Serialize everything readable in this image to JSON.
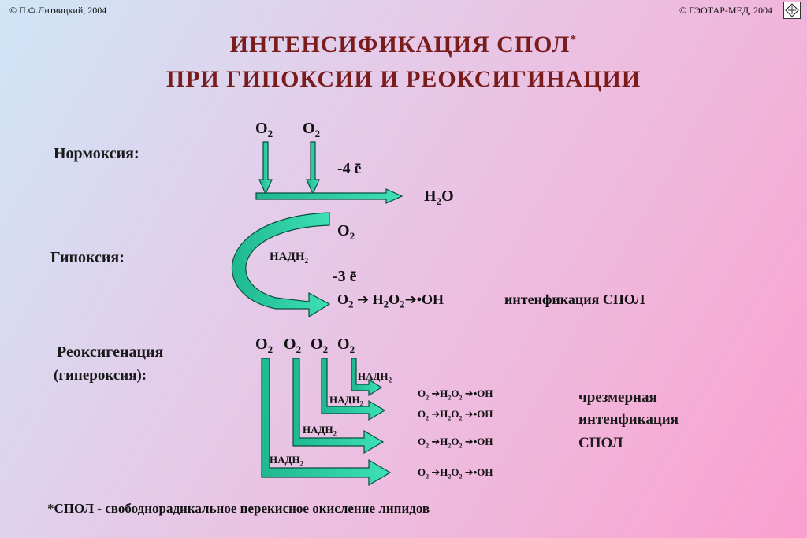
{
  "copyright_left": "© П.Ф.Литвицкий, 2004",
  "copyright_right": "© ГЭОТАР-МЕД, 2004",
  "title_line1": "ИНТЕНСИФИКАЦИЯ СПОЛ",
  "title_star": "*",
  "title_line2": "ПРИ ГИПОКСИИ И РЕОКСИГИНАЦИИ",
  "normoxia": {
    "label": "Нормоксия:",
    "o2_a": "O",
    "o2_a_sub": "2",
    "o2_b": "O",
    "o2_b_sub": "2",
    "electrons": "-4 ē",
    "product": "H",
    "product_sub": "2",
    "product_end": "O"
  },
  "hypoxia": {
    "label": "Гипоксия:",
    "o2": "O",
    "o2_sub": "2",
    "nadh": "НАДН",
    "nadh_sub": "2",
    "electrons": "-3 ē",
    "chain": {
      "o2": "O",
      "o2_sub": "2",
      "arrow": "➔",
      "h2o2_h": "H",
      "h2o2_sub1": "2",
      "h2o2_o": "O",
      "h2o2_sub2": "2",
      "arrow2": "➔",
      "oh": "•OH"
    },
    "result": "интенфикация СПОЛ"
  },
  "reoxygenation": {
    "label_line1": "Реоксигенация",
    "label_line2": "(гипероксия):",
    "o2_items": [
      {
        "text": "O",
        "sub": "2"
      },
      {
        "text": "O",
        "sub": "2"
      },
      {
        "text": "O",
        "sub": "2"
      },
      {
        "text": "O",
        "sub": "2"
      }
    ],
    "nadh": [
      {
        "text": "НАДН",
        "sub": "2"
      },
      {
        "text": "НАДН",
        "sub": "2"
      },
      {
        "text": "НАДН",
        "sub": "2"
      },
      {
        "text": "НАДН",
        "sub": "2"
      }
    ],
    "chains": [
      {
        "o2": "O",
        "o2_sub": "2",
        "arrow": "➔",
        "h": "H",
        "s1": "2",
        "o": "O",
        "s2": "2",
        "arrow2": "➔",
        "oh": "•OH"
      },
      {
        "o2": "O",
        "o2_sub": "2",
        "arrow": "➔",
        "h": "H",
        "s1": "2",
        "o": "O",
        "s2": "2",
        "arrow2": "➔",
        "oh": "•OH"
      },
      {
        "o2": "O",
        "o2_sub": "2",
        "arrow": "➔",
        "h": "H",
        "s1": "2",
        "o": "O",
        "s2": "2",
        "arrow2": "➔",
        "oh": "•OH"
      },
      {
        "o2": "O",
        "o2_sub": "2",
        "arrow": "➔",
        "h": "H",
        "s1": "2",
        "o": "O",
        "s2": "2",
        "arrow2": "➔",
        "oh": "•OH"
      }
    ],
    "result_line1": "чрезмерная",
    "result_line2": "интенфикация",
    "result_line3": "СПОЛ"
  },
  "footnote": "*СПОЛ - свободнорадикальное перекисное окисление  липидов",
  "colors": {
    "title": "#7a1c1c",
    "arrow_fill": "#22c9a0",
    "arrow_stroke": "#0b4d3c"
  }
}
